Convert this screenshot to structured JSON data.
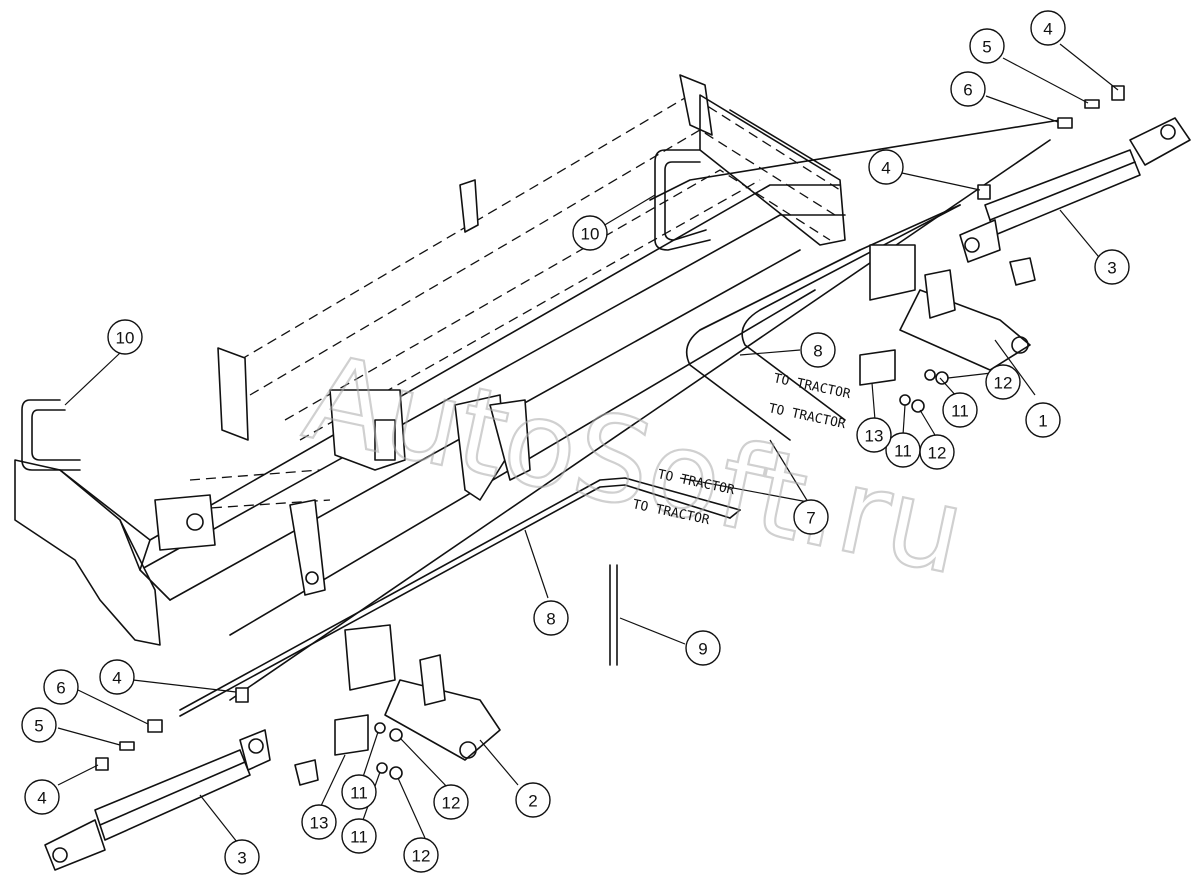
{
  "watermark": "AutoSoft.ru",
  "hose_labels": [
    "TO TRACTOR",
    "TO TRACTOR",
    "TO TRACTOR",
    "TO TRACTOR"
  ],
  "callouts": [
    "1",
    "2",
    "3",
    "3",
    "4",
    "4",
    "4",
    "4",
    "5",
    "5",
    "6",
    "6",
    "7",
    "8",
    "8",
    "9",
    "10",
    "10",
    "11",
    "11",
    "11",
    "11",
    "12",
    "12",
    "12",
    "12",
    "13",
    "13"
  ],
  "colors": {
    "line": "#111111",
    "watermark": "#aaaaaa",
    "background": "#ffffff"
  }
}
